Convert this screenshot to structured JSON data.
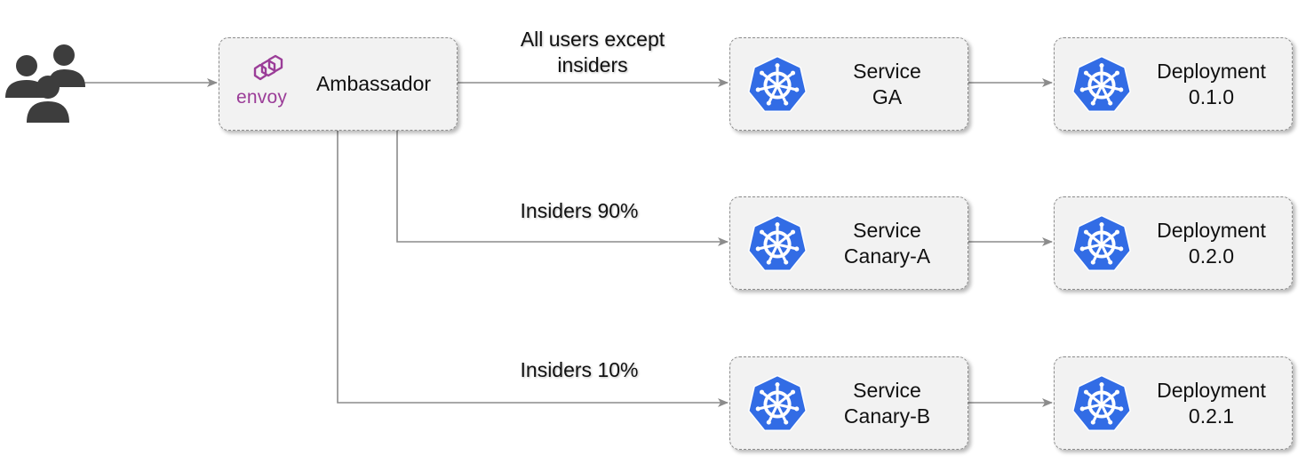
{
  "ambassador": {
    "title": "Ambassador",
    "logo_text": "envoy",
    "logo_color": "#9b3d98"
  },
  "edges": {
    "ga_line1": "All users except",
    "ga_line2": "insiders",
    "canary_a": "Insiders 90%",
    "canary_b": "Insiders 10%"
  },
  "services": [
    {
      "line1": "Service",
      "line2": "GA"
    },
    {
      "line1": "Service",
      "line2": "Canary-A"
    },
    {
      "line1": "Service",
      "line2": "Canary-B"
    }
  ],
  "deployments": [
    {
      "line1": "Deployment",
      "line2": "0.1.0"
    },
    {
      "line1": "Deployment",
      "line2": "0.2.0"
    },
    {
      "line1": "Deployment",
      "line2": "0.2.1"
    }
  ],
  "colors": {
    "kubernetes_blue": "#326ce5",
    "node_fill": "#f2f2f2",
    "edge": "#8c8c8c",
    "users_icon": "#3d3d3d"
  },
  "icons": [
    "users-icon",
    "envoy-logo-icon",
    "kubernetes-icon"
  ]
}
